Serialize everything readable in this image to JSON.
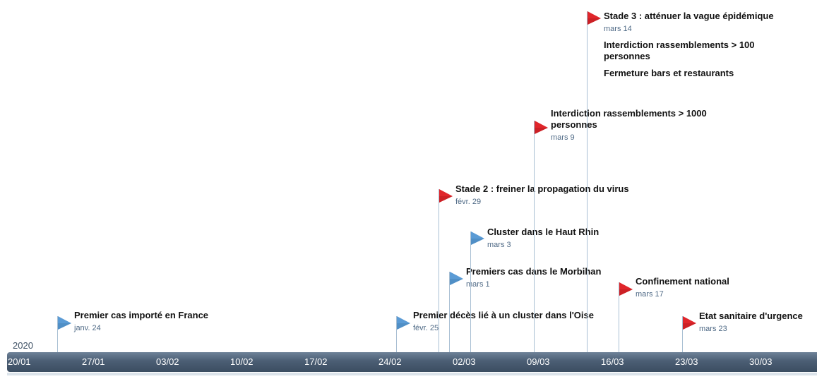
{
  "year": "2020",
  "colors": {
    "milestone_blue": "#5b9bd5",
    "milestone_red": "#e0262b",
    "axis": "#4b5e74"
  },
  "axis_ticks": [
    "20/01",
    "27/01",
    "03/02",
    "10/02",
    "17/02",
    "24/02",
    "02/03",
    "09/03",
    "16/03",
    "23/03",
    "30/03"
  ],
  "events": [
    {
      "title": "Premier cas importé en France",
      "date": "janv. 24",
      "flag": "blue",
      "day": 24
    },
    {
      "title": "Premier décès lié à un cluster dans l'Oise",
      "date": "févr. 25",
      "flag": "blue",
      "day": 56
    },
    {
      "title": "Stade 2  : freiner la propagation du virus",
      "date": "févr. 29",
      "flag": "red",
      "day": 60
    },
    {
      "title": "Premiers cas dans le Morbihan",
      "date": "mars 1",
      "flag": "blue",
      "day": 61
    },
    {
      "title": "Cluster dans le Haut Rhin",
      "date": "mars 3",
      "flag": "blue",
      "day": 63
    },
    {
      "title": "Interdiction rassemblements > 1000 personnes",
      "date": "mars 9",
      "flag": "red",
      "day": 69
    },
    {
      "title": "Stade 3 : atténuer la vague épidémique",
      "date": "mars 14",
      "flag": "red",
      "day": 74,
      "notes": [
        "Interdiction rassemblements > 100 personnes",
        "Fermeture bars et restaurants"
      ]
    },
    {
      "title": "Confinement national",
      "date": "mars 17",
      "flag": "red",
      "day": 77
    },
    {
      "title": "Etat sanitaire d'urgence",
      "date": "mars 23",
      "flag": "red",
      "day": 83
    }
  ]
}
